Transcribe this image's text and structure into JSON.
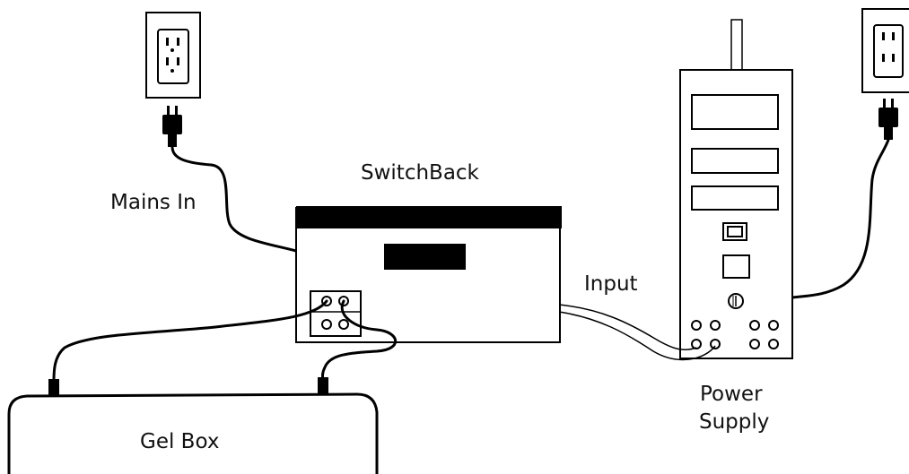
{
  "diagram": {
    "labels": {
      "switchback": "SwitchBack",
      "mains_in": "Mains In",
      "input": "Input",
      "power_supply_line1": "Power",
      "power_supply_line2": "Supply",
      "gel_box": "Gel Box"
    }
  }
}
